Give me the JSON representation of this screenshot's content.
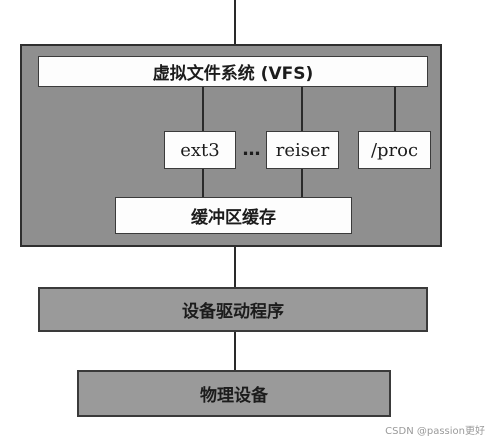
{
  "diagram": {
    "vfs_label": "虚拟文件系统 (VFS)",
    "filesystems": [
      "ext3",
      "reiser",
      "/proc"
    ],
    "ellipsis": "…",
    "buffer_cache_label": "缓冲区缓存",
    "device_driver_label": "设备驱动程序",
    "physical_device_label": "物理设备"
  },
  "watermark": "CSDN @passion更好"
}
